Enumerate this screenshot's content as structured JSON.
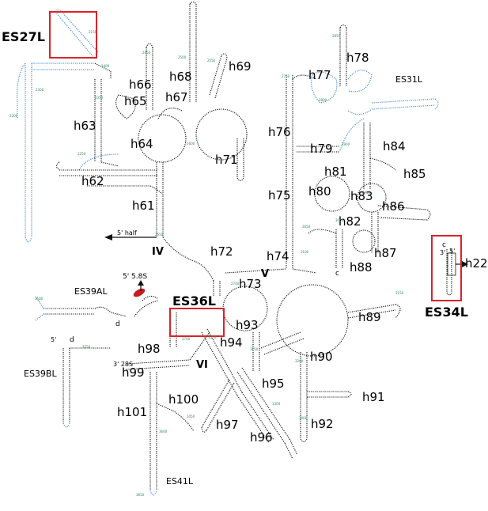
{
  "helix_labels": [
    "h22",
    "h61",
    "h62",
    "h63",
    "h64",
    "h65",
    "h66",
    "h67",
    "h68",
    "h69",
    "h71",
    "h72",
    "h73",
    "h74",
    "h75",
    "h76",
    "h77",
    "h78",
    "h79",
    "h80",
    "h81",
    "h82",
    "h83",
    "h84",
    "h85",
    "h86",
    "h87",
    "h88",
    "h89",
    "h90",
    "h91",
    "h92",
    "h93",
    "h94",
    "h95",
    "h96",
    "h97",
    "h98",
    "h99",
    "h100",
    "h101"
  ],
  "expansion_segments": {
    "boxed": [
      "ES27L",
      "ES36L",
      "ES34L"
    ],
    "others": [
      "ES31L",
      "ES39AL",
      "ES39BL",
      "ES41L"
    ]
  },
  "domains": [
    "IV",
    "V",
    "VI"
  ],
  "annotations": {
    "five_prime_half": "5' half",
    "five_prime_58s": "5' 5.8S",
    "three_prime_28s": "3' 28S",
    "site_c": "c",
    "site_d": "d",
    "five_prime": "5'",
    "three_prime": "3'"
  },
  "colors": {
    "rna_backbone": "#111111",
    "expansion_segment": "#4a90d9",
    "highlight_box": "#d9232a",
    "position_numbers": "#2e8b57",
    "contact_marker": "#c41e1e"
  },
  "position_numbers": [
    "2150",
    "2200",
    "2250",
    "2300",
    "2350",
    "2400",
    "2450",
    "2500",
    "2550",
    "2600",
    "2650",
    "2700",
    "2750",
    "2800",
    "2850",
    "2900",
    "2950",
    "3000",
    "3050",
    "3100",
    "3150",
    "3200",
    "3250",
    "3300",
    "3350",
    "3400",
    "3450",
    "3500",
    "3550",
    "3600",
    "3650",
    "3700"
  ]
}
